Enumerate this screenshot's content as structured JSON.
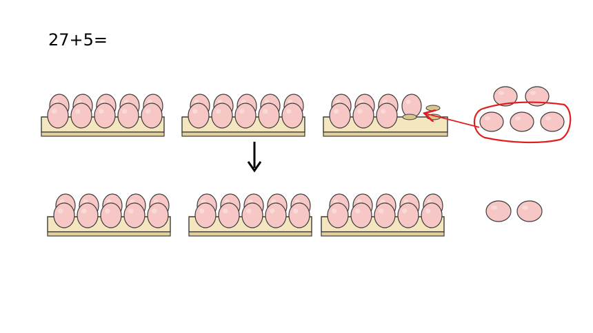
{
  "equation": "27+5=",
  "colors": {
    "egg_fill": "#f6c7c4",
    "egg_stroke": "#3a3a3a",
    "tray_fill": "#f4e6bf",
    "tray_stroke": "#3a3a3a",
    "hole_fill": "#d9c48f",
    "circle_red": "#e01e1e",
    "arrow": "#000000"
  },
  "rows": {
    "before": {
      "full_trays": 2,
      "partial_tray_eggs": 7,
      "partial_tray_empty_slots": 3,
      "loose_eggs": 5,
      "circled_eggs": 3
    },
    "after": {
      "full_trays": 3,
      "loose_eggs": 2
    }
  },
  "tray_capacity": 10,
  "icons": {
    "down_arrow": "down-arrow-icon",
    "move_arrow": "red-arrow-icon"
  }
}
